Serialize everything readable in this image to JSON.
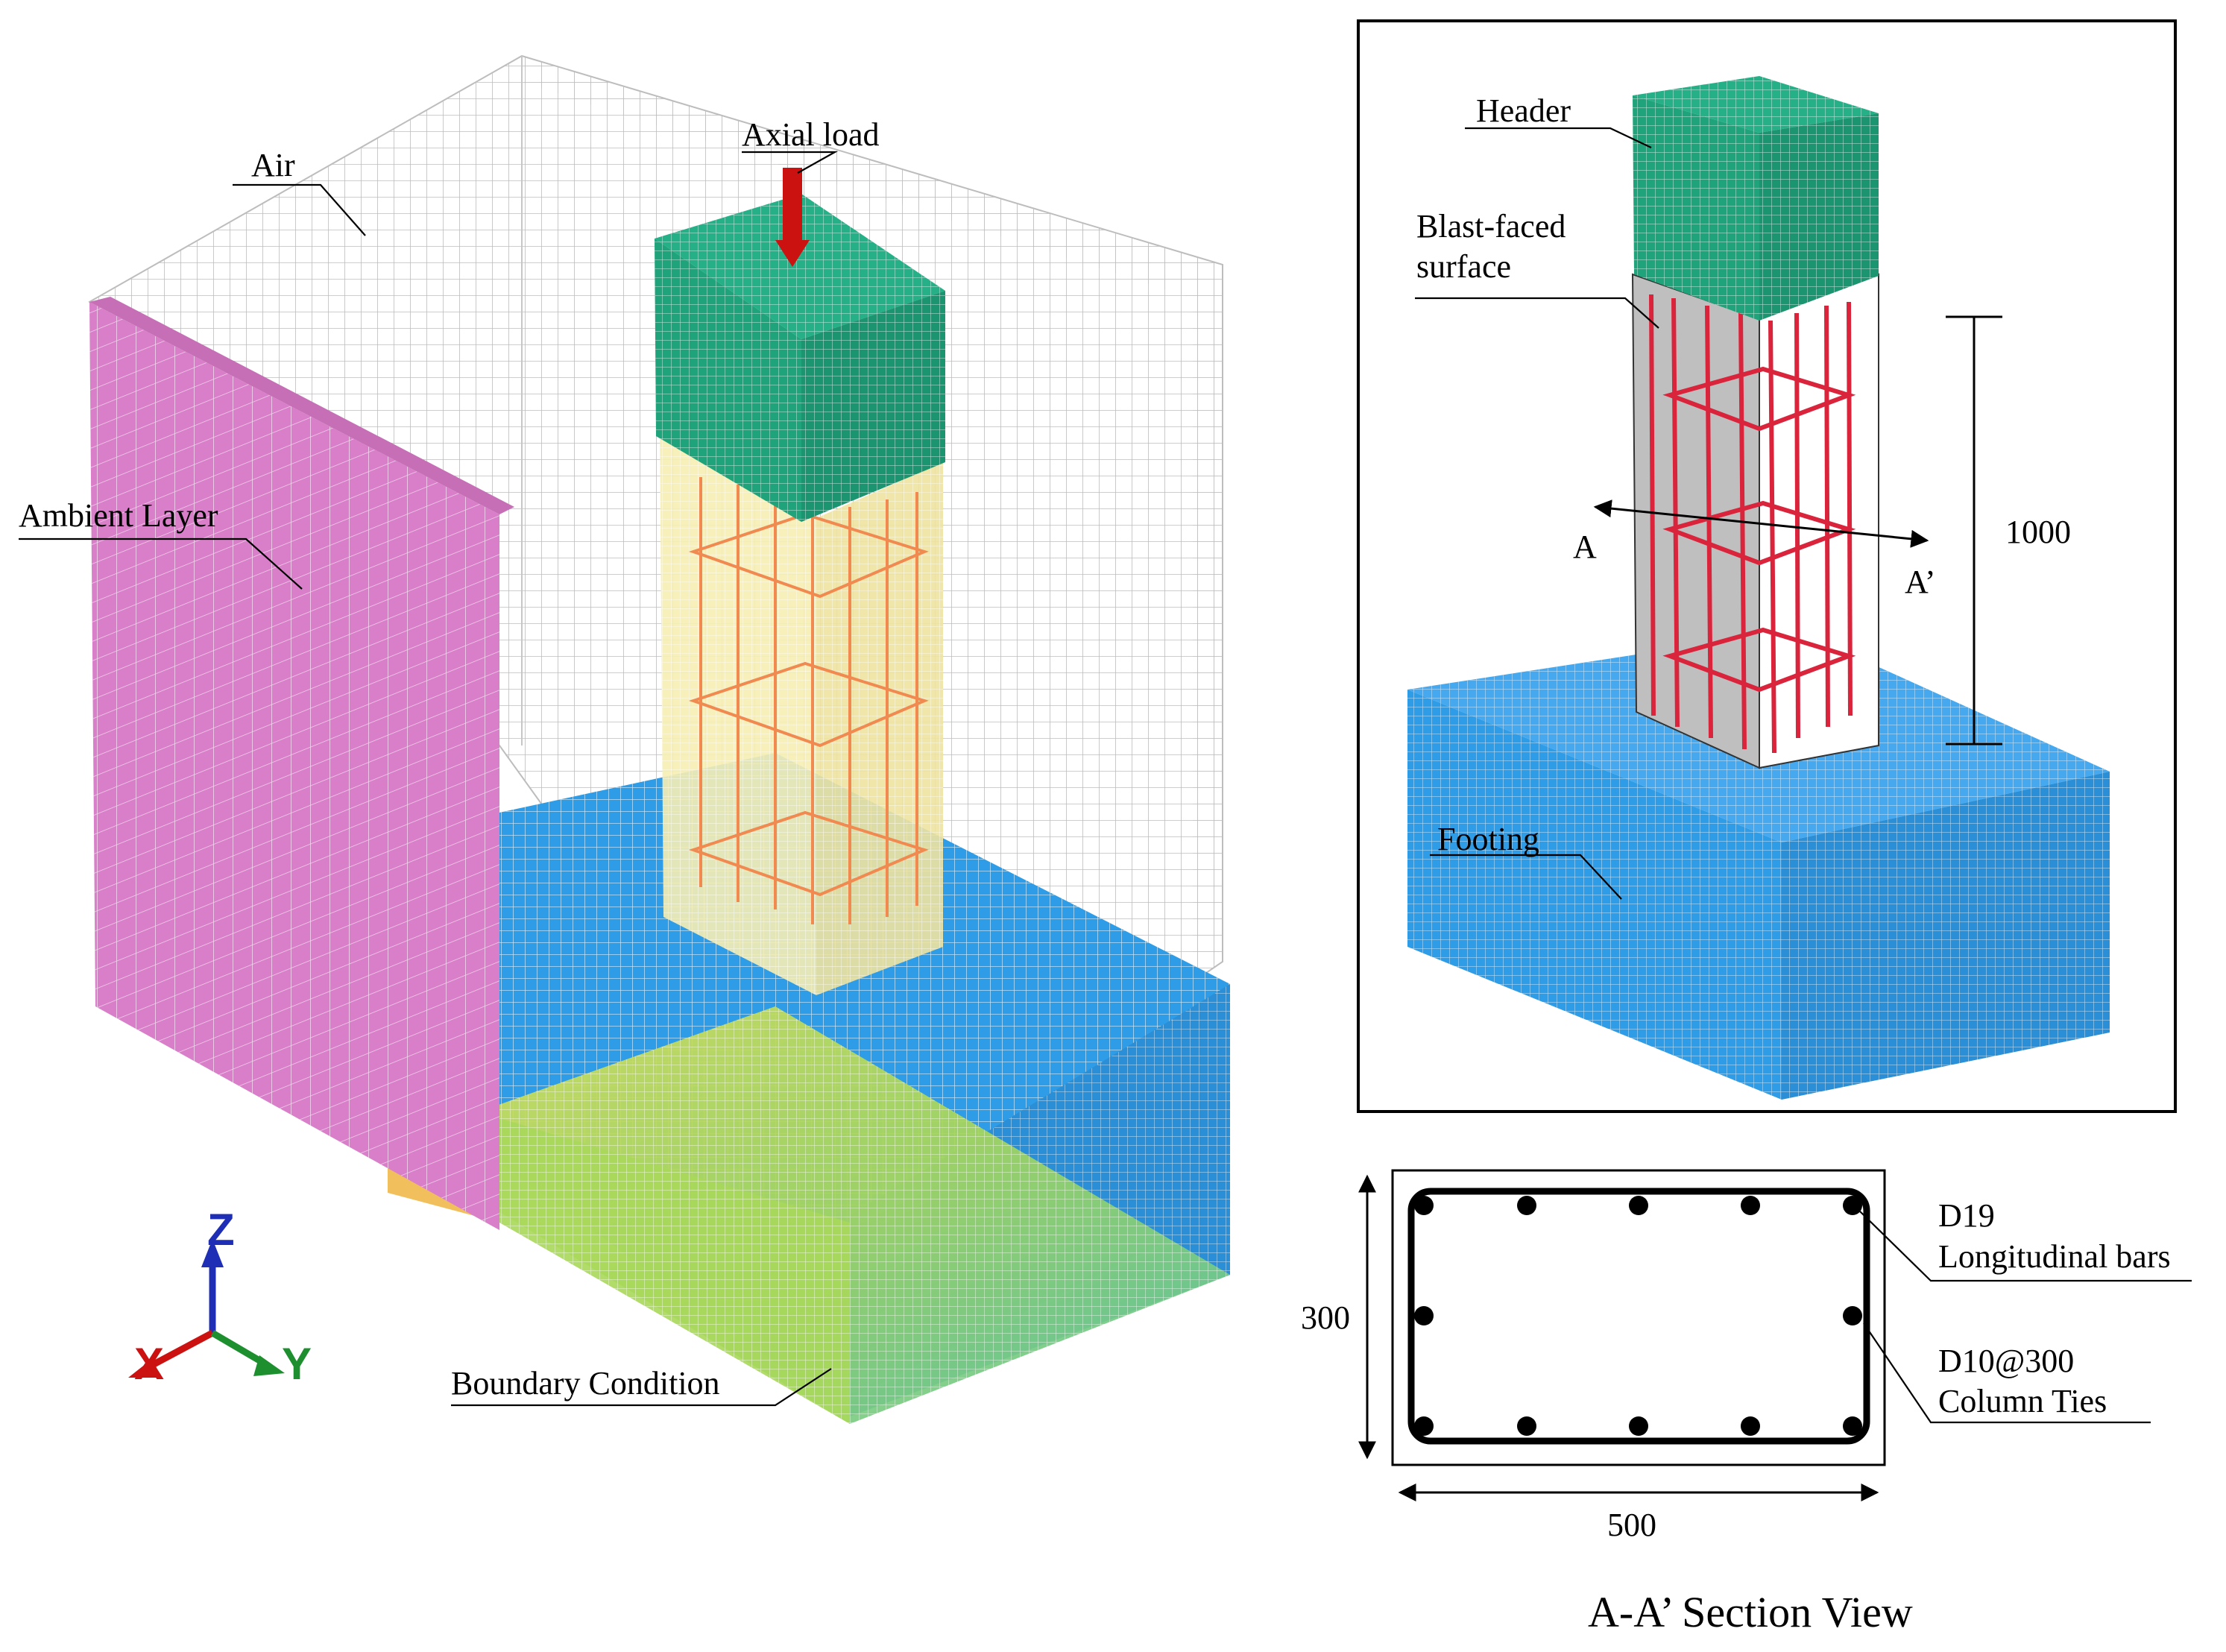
{
  "labels": {
    "air": "Air",
    "axial_load": "Axial  load",
    "ambient_layer": "Ambient Layer",
    "boundary_condition": "Boundary  Condition",
    "header": "Header",
    "blast_faced_line1": "Blast-faced",
    "blast_faced_line2": "surface",
    "section_a": "A",
    "section_a_prime": "A’",
    "height_dim": "1000",
    "footing": "Footing",
    "width_dim": "500",
    "depth_dim": "300",
    "long_bars_line1": "D19",
    "long_bars_line2": "Longitudinal bars",
    "ties_line1": "D10@300",
    "ties_line2": "Column Ties",
    "section_title": "A-A’ Section View"
  },
  "axes": {
    "z": "Z",
    "x": "X",
    "y": "Y"
  },
  "colors": {
    "ambient_layer": "#d97fc9",
    "air_mesh": "#b8b8b8",
    "header": "#1fa37a",
    "footing": "#2e9ce6",
    "boundary": "#9fd457",
    "column_fill": "#f6eeb4",
    "rebar_left": "#f08a50",
    "rebar_right": "#d9243c",
    "load_arrow": "#cc1111",
    "axis_z": "#1f2fb5",
    "axis_x": "#cc1111",
    "axis_y": "#1e8f2e"
  }
}
